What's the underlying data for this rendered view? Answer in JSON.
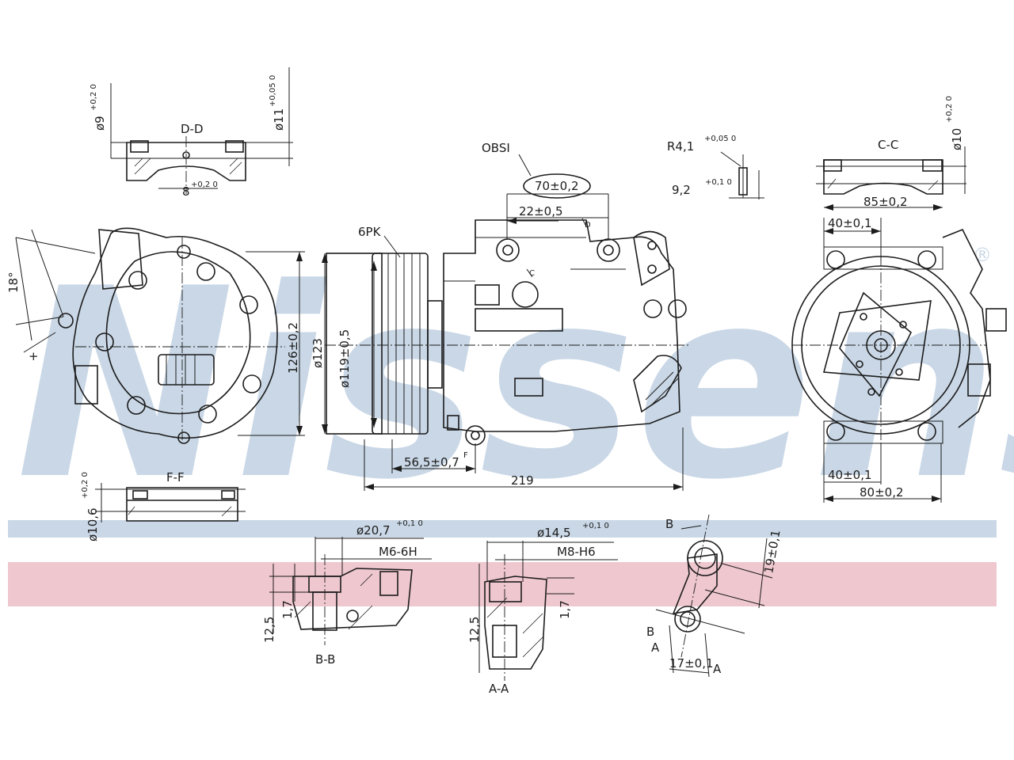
{
  "watermark": {
    "text": "Nissens",
    "registered_mark": "®",
    "color": "#c9d7e6",
    "band_blue": "#c9d7e6",
    "band_pink": "#efc7cf"
  },
  "labels": {
    "section_dd": "D-D",
    "dd_width": "8",
    "dd_width_tol": "+0,2 0",
    "dd_dia": "ø9",
    "dd_dia_tol": "+0,2 0",
    "dd_dia2": "ø11",
    "dd_dia2_tol": "+0,05 0",
    "angle": "18°",
    "height_126": "126±0,2",
    "section_ff": "F-F",
    "ff_dia": "ø10,6",
    "ff_dia_tol": "+0,2 0",
    "obsi": "OBSI",
    "dim_70": "70±0,2",
    "dim_22": "22±0,5",
    "mark_d": "D",
    "mark_c": "C",
    "six_pk": "6PK",
    "dia_123": "ø123",
    "dia_119": "ø119±0,5",
    "dim_565": "56,5±0,7",
    "mark_f": "F",
    "dim_219": "219",
    "r41": "R4,1",
    "r41_tol": "+0,05 0",
    "dim_92": "9,2",
    "dim_92_tol": "+0,1 0",
    "section_cc": "C-C",
    "cc_dia": "ø10",
    "cc_dia_tol": "+0,2 0",
    "dim_85": "85±0,2",
    "dim_40_top": "40±0,1",
    "dim_40_bottom": "40±0,1",
    "dim_80": "80±0,2",
    "bb_dia": "ø20,7",
    "bb_dia_tol": "+0,1 0",
    "bb_thread": "M6-6H",
    "bb_125": "12,5",
    "bb_17": "1,7",
    "section_bb": "B-B",
    "aa_dia": "ø14,5",
    "aa_dia_tol": "+0,1 0",
    "aa_thread": "M8-H6",
    "aa_125": "12,5",
    "aa_17": "1,7",
    "section_aa": "A-A",
    "mark_b_top": "B",
    "dim_19": "19±0,1",
    "mark_b_low": "B",
    "mark_a_left": "A",
    "dim_17": "17±0,1",
    "mark_a_right": "A",
    "plus_sign": "+"
  }
}
